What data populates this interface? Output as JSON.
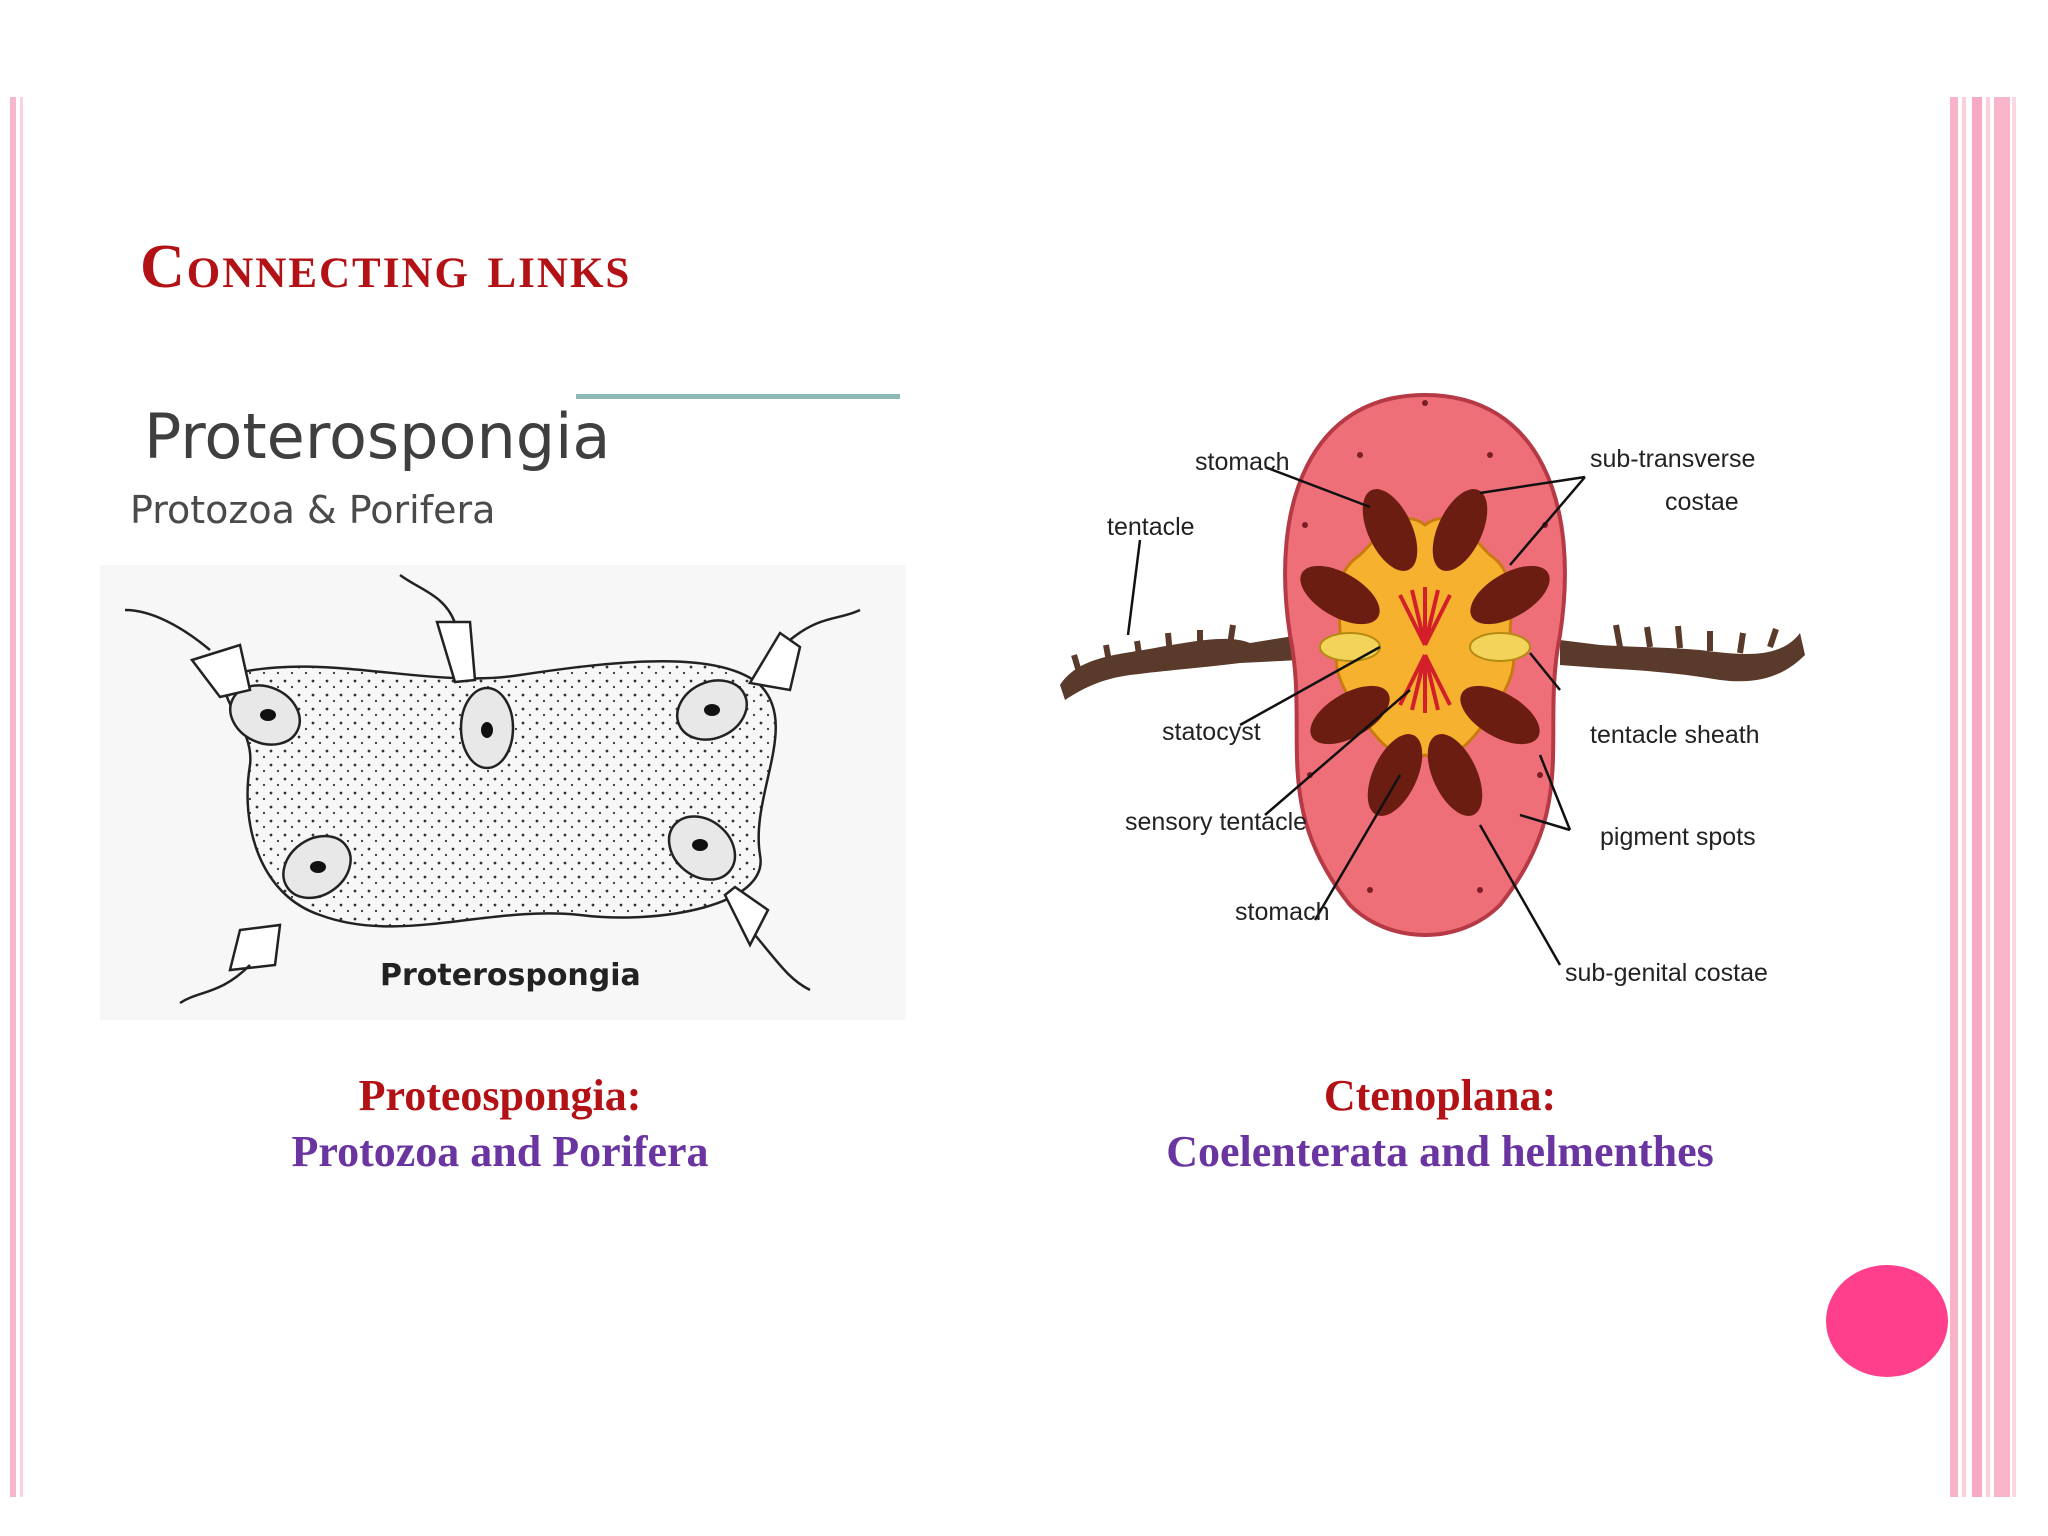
{
  "slide": {
    "title": "Connecting links",
    "left_figure": {
      "heading": "Proterospongia",
      "subheading": "Protozoa & Porifera",
      "image_label": "Proterospongia"
    },
    "right_figure": {
      "labels": {
        "stomach_top": "stomach",
        "sub_transverse": "sub-transverse",
        "costae": "costae",
        "tentacle": "tentacle",
        "statocyst": "statocyst",
        "tentacle_sheath": "tentacle sheath",
        "sensory_tentacle": "sensory tentacle",
        "pigment_spots": "pigment spots",
        "stomach_bottom": "stomach",
        "sub_genital_costae": "sub-genital costae"
      }
    },
    "captions": {
      "left_line1": "Proteospongia:",
      "left_line2": "Protozoa and Porifera",
      "right_line1": "Ctenoplana:",
      "right_line2": "Coelenterata and helmenthes"
    }
  },
  "colors": {
    "title_red": "#b21115",
    "caption_purple": "#6a35a0",
    "accent_pink": "#ff3f8c",
    "stripe_pink": "#f7a9c4"
  }
}
